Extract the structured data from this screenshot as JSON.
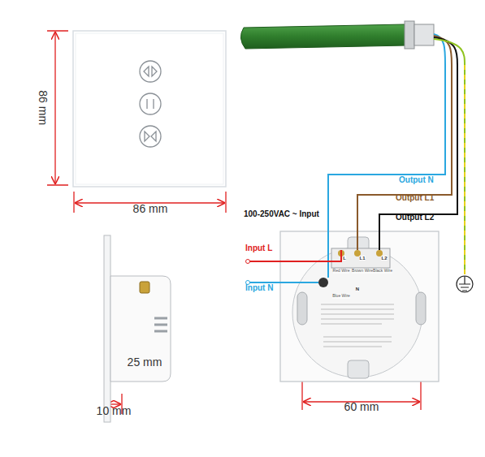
{
  "diagram": {
    "labels": [
      "86 mm",
      "86 mm",
      "25 mm",
      "10 mm",
      "60 mm",
      "100-250VAC ~ Input",
      "Input L",
      "Input N",
      "Output N",
      "Output L1",
      "Output L2",
      "L",
      "L1",
      "L2",
      "N",
      "Red Wire",
      "Brown Wire",
      "Black Wire",
      "Blue Wire"
    ]
  }
}
